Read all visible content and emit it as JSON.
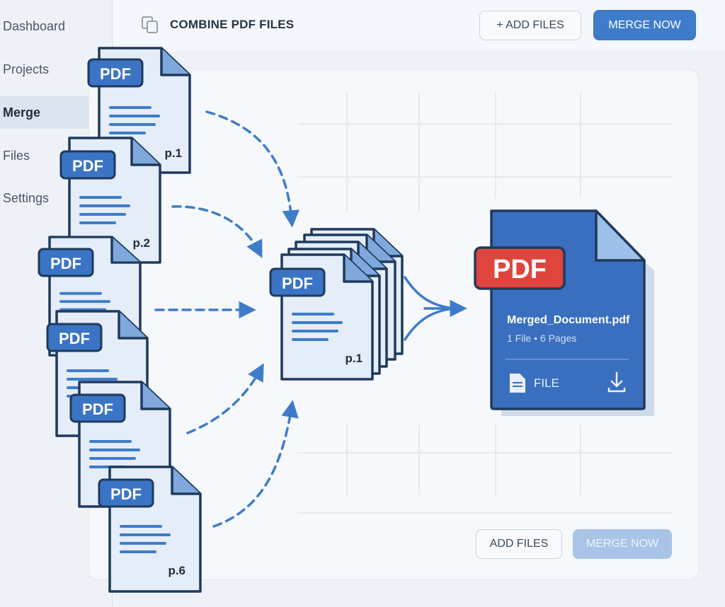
{
  "sidebar": {
    "items": [
      {
        "label": "Dashboard"
      },
      {
        "label": "Projects"
      },
      {
        "label": "Merge",
        "active": true
      },
      {
        "label": "Files"
      },
      {
        "label": "Settings"
      }
    ]
  },
  "header": {
    "title": "COMBINE PDF FILES",
    "add_files_label": "+ ADD FILES",
    "merge_now_label": "MERGE NOW"
  },
  "source_files": [
    {
      "badge": "PDF",
      "page_label": "p.1"
    },
    {
      "badge": "PDF",
      "page_label": "p.2"
    },
    {
      "badge": "PDF",
      "page_label": ""
    },
    {
      "badge": "PDF",
      "page_label": ""
    },
    {
      "badge": "PDF",
      "page_label": ""
    },
    {
      "badge": "PDF",
      "page_label": "p.6"
    }
  ],
  "stack": {
    "badge": "PDF",
    "page_label": "p.1"
  },
  "merged": {
    "badge": "PDF",
    "filename": "Merged_Document.pdf",
    "meta": "1 File • 6 Pages",
    "type_label": "FILE"
  },
  "footer": {
    "add_files_label": "ADD FILES",
    "merge_now_label": "MERGE NOW"
  },
  "colors": {
    "accent": "#3e7cc9",
    "doc_fill": "#e4edf8",
    "doc_stroke": "#1f3a5c",
    "badge": "#3b74c4",
    "merged_badge": "#e0453d",
    "merged_body": "#3a6fbf"
  }
}
